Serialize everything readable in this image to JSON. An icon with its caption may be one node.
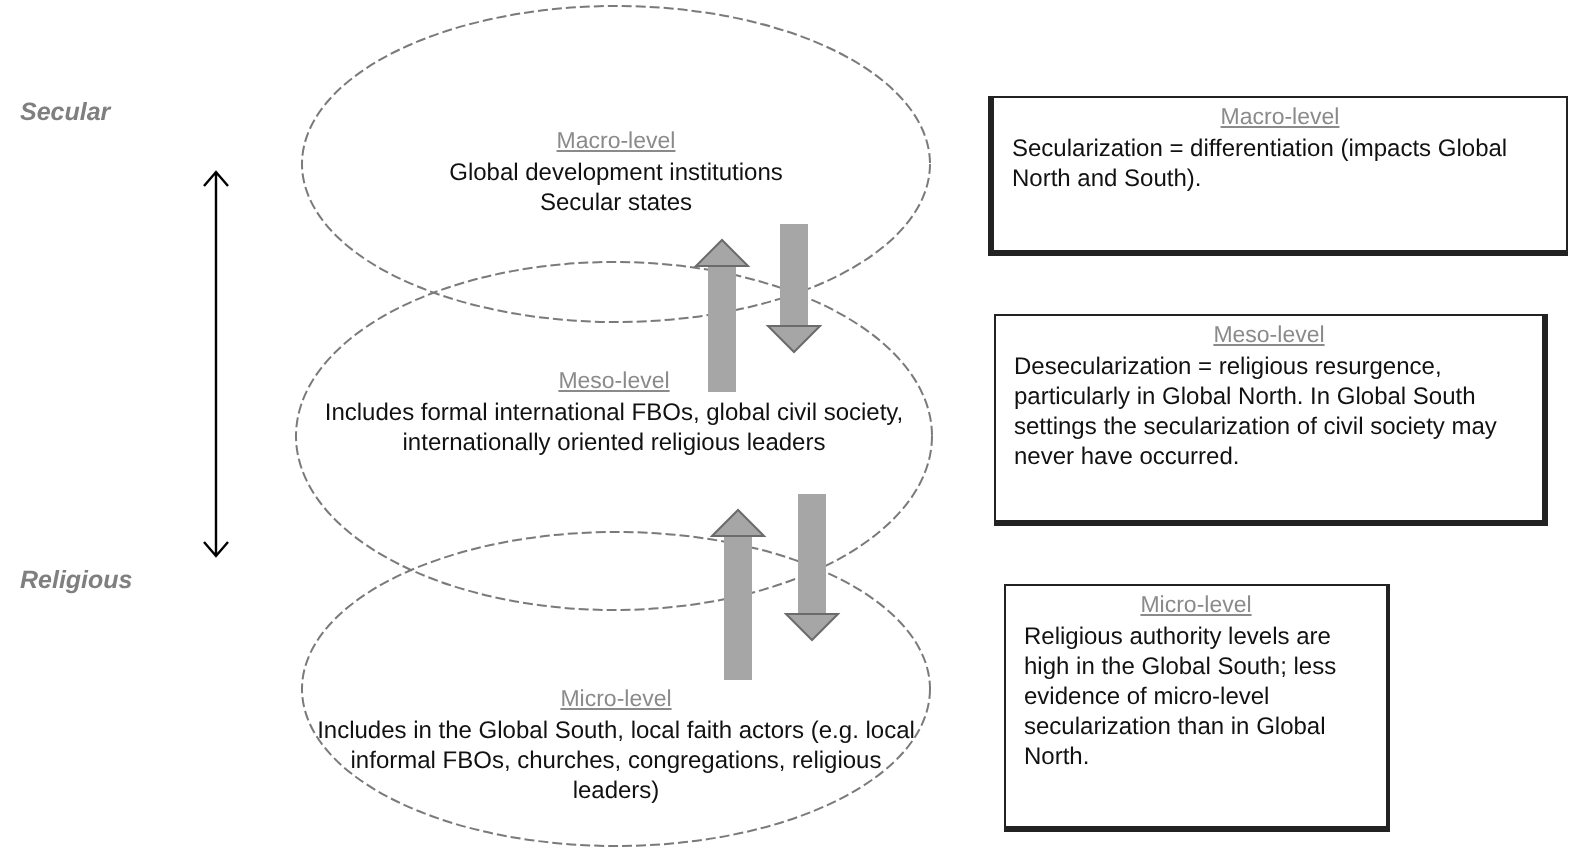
{
  "diagram": {
    "nodes": [
      {
        "text": [
          "Macro-level",
          "Global development institutions",
          "Secular states"
        ]
      },
      {
        "text": [
          "Macro-level",
          "Secularization = differentiation (impacts Global North and South)."
        ]
      },
      {
        "text": [
          "Meso-level",
          "Includes formal international FBOs, global civil society, internationally oriented religious leaders"
        ]
      },
      {
        "text": [
          "Meso-level",
          "Desecularization = religious resurgence, particularly in Global North. In Global South settings the secularization of civil society may never have occurred."
        ]
      },
      {
        "text": [
          "Micro-level",
          "Includes in the Global South, local faith actors (e.g. local informal FBOs, churches, congregations, religious leaders)"
        ]
      },
      {
        "text": [
          "Micro-level",
          "Religious authority levels are high in the Global South; less evidence of micro-level secularization than in Global North."
        ]
      }
    ],
    "edges": [
      {
        "from": 0,
        "to": 2,
        "arrow": "to"
      },
      {
        "from": 2,
        "to": 0,
        "arrow": "to"
      },
      {
        "from": 2,
        "to": 4,
        "arrow": "to"
      },
      {
        "from": 4,
        "to": 2,
        "arrow": "to"
      }
    ],
    "labels": [
      "Secular",
      "Religious"
    ]
  }
}
